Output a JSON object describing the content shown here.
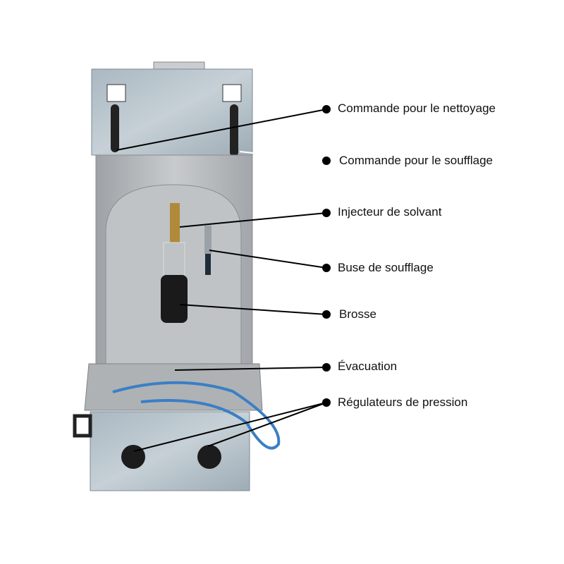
{
  "labels": {
    "cleaning_control": "Commande pour le nettoyage",
    "blowing_control": "Commande pour le soufflage",
    "solvent_injector": "Injecteur de solvant",
    "blowing_nozzle": "Buse de soufflage",
    "brush": "Brosse",
    "drain": "Évacuation",
    "pressure_regulators": "Régulateurs de pression"
  },
  "colors": {
    "leader": "#000000",
    "hose": "#3a7fc4",
    "steel": "#b8bcc0",
    "galvanized": "#a9b6bf"
  }
}
